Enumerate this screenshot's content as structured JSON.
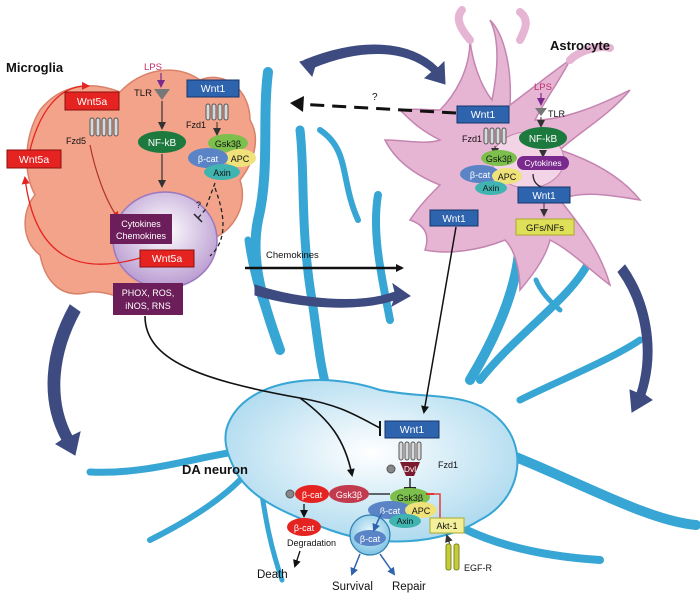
{
  "labels": {
    "microglia": "Microglia",
    "astrocyte": "Astrocyte",
    "da_neuron": "DA neuron",
    "chemokines": "Chemokines",
    "question": "?",
    "question2": "?"
  },
  "microglia": {
    "wnt5a_top": "Wnt5a",
    "wnt5a_left": "Wnt5a",
    "wnt5a_nucleus": "Wnt5a",
    "fzd5": "Fzd5",
    "lps": "LPS",
    "tlr": "TLR",
    "wnt1": "Wnt1",
    "fzd1": "Fzd1",
    "nfkb": "NF-kB",
    "gsk3b": "Gsk3β",
    "bcat": "β-cat",
    "apc": "APC",
    "axin": "Axin",
    "cytokines": "Cytokines",
    "chemokines": "Chemokines",
    "phox_line1": "PHOX, ROS,",
    "phox_line2": "iNOS, RNS"
  },
  "astrocyte": {
    "lps": "LPS",
    "tlr": "TLR",
    "wnt1_left": "Wnt1",
    "fzd1": "Fzd1",
    "nfkb": "NF-kB",
    "gsk3b": "Gsk3β",
    "bcat": "β-cat",
    "apc": "APC",
    "axin": "Axin",
    "cytokines": "Cytokines",
    "wnt1_nucleus": "Wnt1",
    "wnt1_secreted": "Wnt1",
    "gfs": "GFs/NFs"
  },
  "neuron": {
    "wnt1": "Wnt1",
    "fzd1": "Fzd1",
    "dvl": "Dvl",
    "gsk3b_left": "Gsk3β",
    "gsk3b": "Gsk3β",
    "bcat_left": "β-cat",
    "bcat_degr": "β-cat",
    "bcat": "β-cat",
    "apc": "APC",
    "axin": "Axin",
    "bcat_nucleus": "β-cat",
    "akt1": "Akt-1",
    "egfr": "EGF-R",
    "degradation": "Degradation",
    "death": "Death",
    "survival": "Survival",
    "repair": "Repair"
  },
  "colors": {
    "microglia_body": "#f2a38a",
    "astrocyte_body": "#e7b5d4",
    "neuron_body": "#a9d8ee",
    "neuron_process": "#37a6d4",
    "wnt5a_red": "#e52421",
    "wnt1_blue": "#2e63ae",
    "nfkb_green": "#1d7a3f",
    "gsk3b_green": "#7cbf4c",
    "bcat_blue": "#5a84c5",
    "apc_yellow": "#f0e27a",
    "axin_teal": "#3fb4b0",
    "cytokine_purple": "#6b1e5a",
    "gfs_yellow": "#dfe05a",
    "big_arrow": "#3d4b80"
  }
}
